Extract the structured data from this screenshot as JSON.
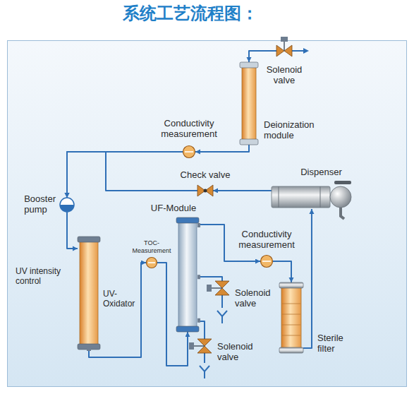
{
  "diagram": {
    "title": "系统工艺流程图：",
    "nodes": [
      {
        "text": [
          "Solenoid valve"
        ]
      },
      {
        "text": [
          "Deionization module"
        ]
      },
      {
        "text": [
          "Conductivity measurement"
        ]
      },
      {
        "text": [
          "Dispenser"
        ]
      },
      {
        "text": [
          "Check valve"
        ]
      },
      {
        "text": [
          "Booster pump"
        ]
      },
      {
        "text": [
          "UF-Module"
        ]
      },
      {
        "text": [
          "TOC- Measurement"
        ]
      },
      {
        "text": [
          "Conductivity measurement"
        ]
      },
      {
        "text": [
          "UV- Oxidator"
        ]
      },
      {
        "text": [
          "Solenoid valve"
        ]
      },
      {
        "text": [
          "Solenoid valve"
        ]
      },
      {
        "text": [
          "Sterile filter"
        ]
      }
    ],
    "edges": [
      {
        "from": 0,
        "to": 1,
        "arrow": "to"
      },
      {
        "from": 1,
        "to": 2,
        "arrow": "to"
      },
      {
        "from": 2,
        "to": 5,
        "arrow": "to"
      },
      {
        "from": 3,
        "to": 4,
        "arrow": "to"
      },
      {
        "from": 4,
        "to": 5,
        "arrow": "to"
      },
      {
        "from": 5,
        "to": 9,
        "arrow": "to"
      },
      {
        "from": 9,
        "to": 7,
        "arrow": "to"
      },
      {
        "from": 7,
        "to": 6,
        "arrow": "to"
      },
      {
        "from": 6,
        "to": 8,
        "arrow": "to"
      },
      {
        "from": 8,
        "to": 12,
        "arrow": "to"
      },
      {
        "from": 12,
        "to": 3,
        "arrow": "to"
      },
      {
        "from": 6,
        "to": 10,
        "arrow": "none"
      },
      {
        "from": 6,
        "to": 11,
        "arrow": "none"
      }
    ],
    "labels": [
      "UV intensity control"
    ]
  }
}
